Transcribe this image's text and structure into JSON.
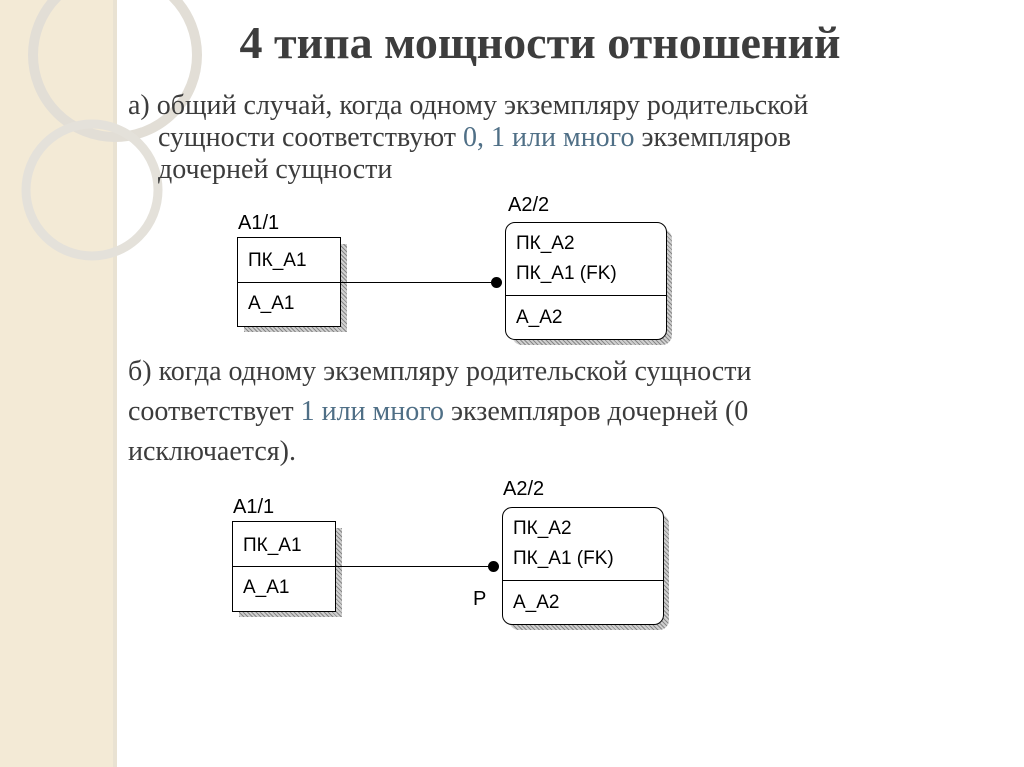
{
  "title": "4 типа мощности отношений",
  "para_a": {
    "line1": "а) общий случай, когда одному экземпляру родительской",
    "line2_pre": "сущности соответствуют ",
    "line2_hl": "0, 1 или много",
    "line2_post": " экземпляров",
    "line3": "дочерней сущности"
  },
  "para_b": {
    "line1": "б) когда одному экземпляру родительской сущности",
    "line2_pre": "соответствует ",
    "line2_hl": "1 или много",
    "line2_post": " экземпляров дочерней (0",
    "line3": "исключается)."
  },
  "diagram_a": {
    "parent": {
      "label": "A1/1",
      "key": "ПК_A1",
      "attr": "A_A1"
    },
    "child": {
      "label": "A2/2",
      "key": "ПК_A2",
      "fk": "ПК_A1 (FK)",
      "attr": "A_A2"
    }
  },
  "diagram_b": {
    "parent": {
      "label": "A1/1",
      "key": "ПК_A1",
      "attr": "A_A1"
    },
    "child": {
      "label": "A2/2",
      "key": "ПК_A2",
      "fk": "ПК_A1 (FK)",
      "attr": "A_A2"
    },
    "cardinality": "P"
  },
  "colors": {
    "highlight": "#4f6f86",
    "sidebar": "#f3ead6",
    "ring": "#e6e3dc"
  }
}
